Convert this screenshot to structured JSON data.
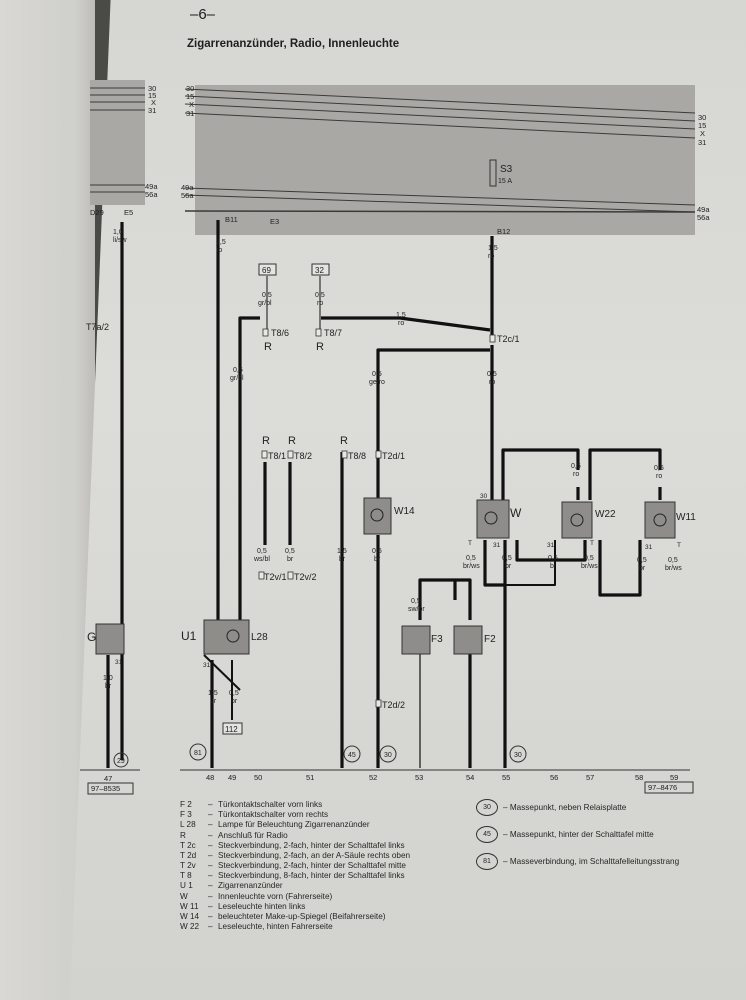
{
  "page_number": "–6–",
  "title": "Zigarrenanzünder, Radio, Innenleuchte",
  "relay_plate": {
    "left_terminals": [
      "30",
      "15",
      "X",
      "31",
      "49a",
      "56a"
    ],
    "right_terminals": [
      "30",
      "15",
      "X",
      "31",
      "49a",
      "56a"
    ],
    "fuse_label": "S3",
    "fuse_rating": "15 A",
    "outputs": [
      "D29",
      "E5",
      "B11",
      "E3",
      "B12"
    ]
  },
  "wires": {
    "e5": {
      "size": "1,0",
      "color": "li/sw"
    },
    "b11": {
      "size": "1,5",
      "color": "ro"
    },
    "b12": {
      "size": "1,5",
      "color": "ro"
    },
    "from69": {
      "size": "0,5",
      "color": "gr/bl"
    },
    "from32": {
      "size": "0,5",
      "color": "ro"
    },
    "t8_7_to_t2c": {
      "size": "1,5",
      "color": "ro"
    },
    "t8_6_to_l28": {
      "size": "0,5",
      "color": "gr/bl"
    },
    "t2c_to_w14": {
      "size": "0,5",
      "color": "ge/ro"
    },
    "t2c_to_w": {
      "size": "0,5",
      "color": "ro"
    },
    "w_to_w11": {
      "size": "0,5",
      "color": "ro"
    },
    "t2v1": {
      "size": "0,5",
      "color": "ws/bl"
    },
    "t2v2": {
      "size": "0,5",
      "color": "br"
    },
    "t8_8": {
      "size": "1,5",
      "color": "br"
    },
    "w14_gnd": {
      "size": "0,5",
      "color": "br"
    },
    "w_t1": {
      "size": "0,5",
      "color": "br/ws"
    },
    "w_31": {
      "size": "0,5",
      "color": "br"
    },
    "w22_t": {
      "size": "0,5",
      "color": "br/ws"
    },
    "w22_31": {
      "size": "0,5",
      "color": "br"
    },
    "w11_31": {
      "size": "0,5",
      "color": "br"
    },
    "w11_t": {
      "size": "0,5",
      "color": "br/ws"
    },
    "f3": {
      "size": "0,5",
      "color": "sw/br"
    },
    "u1_gnd": {
      "size": "1,5",
      "color": "br"
    },
    "l28_gnd": {
      "size": "0,5",
      "color": "br"
    },
    "g_gnd": {
      "size": "1,0",
      "color": "br"
    }
  },
  "connectors": {
    "t7a_2": "T7a/2",
    "t8_6": "T8/6",
    "t8_7": "T8/7",
    "t8_1": "T8/1",
    "t8_2": "T8/2",
    "t8_8": "T8/8",
    "t2d_1": "T2d/1",
    "t2d_2": "T2d/2",
    "t2c_1": "T2c/1",
    "t2v_1": "T2v/1",
    "t2v_2": "T2v/2",
    "r": "R",
    "box69": "69",
    "box32": "32",
    "box112": "112"
  },
  "components": {
    "u1": "U1",
    "l28": "L28",
    "g": "G",
    "w14": "W14",
    "w": "W",
    "w22": "W22",
    "w11": "W11",
    "f3": "F3",
    "f2": "F2"
  },
  "pin_labels": {
    "p31": "31",
    "p30": "30",
    "pt": "T"
  },
  "ground_points": [
    "29",
    "81",
    "45",
    "30",
    "30"
  ],
  "bottom_scale": [
    "47",
    "48",
    "49",
    "50",
    "51",
    "52",
    "53",
    "54",
    "55",
    "56",
    "57",
    "58",
    "59"
  ],
  "refs": {
    "left": "97–8535",
    "right": "97–8476"
  },
  "legend": [
    {
      "code": "F 2",
      "text": "Türkontaktschalter vorn links"
    },
    {
      "code": "F 3",
      "text": "Türkontaktschalter vorn rechts"
    },
    {
      "code": "L 28",
      "text": "Lampe für Beleuchtung Zigarrenanzünder"
    },
    {
      "code": "R",
      "text": "Anschluß für Radio"
    },
    {
      "code": "T 2c",
      "text": "Steckverbindung, 2-fach, hinter der Schalttafel links"
    },
    {
      "code": "T 2d",
      "text": "Steckverbindung, 2-fach, an der A-Säule rechts oben"
    },
    {
      "code": "T 2v",
      "text": "Steckverbindung, 2-fach, hinter der Schalttafel mitte"
    },
    {
      "code": "T 8",
      "text": "Steckverbindung, 8-fach, hinter der Schalttafel links"
    },
    {
      "code": "U 1",
      "text": "Zigarrenanzünder"
    },
    {
      "code": "W",
      "text": "Innenleuchte vorn (Fahrerseite)"
    },
    {
      "code": "W 11",
      "text": "Leseleuchte hinten links"
    },
    {
      "code": "W 14",
      "text": "beleuchteter Make-up-Spiegel (Beifahrerseite)"
    },
    {
      "code": "W 22",
      "text": "Leseleuchte, hinten Fahrerseite"
    }
  ],
  "ground_legend": [
    {
      "num": "30",
      "text": "Massepunkt, neben Relaisplatte"
    },
    {
      "num": "45",
      "text": "Massepunkt, hinter der Schalttafel mitte"
    },
    {
      "num": "81",
      "text": "Masseverbindung, im Schalttafelleitungsstrang"
    }
  ]
}
